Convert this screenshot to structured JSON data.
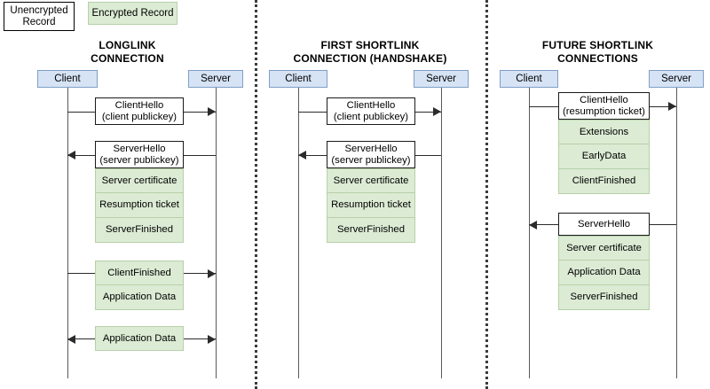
{
  "legend": {
    "unencrypted_label": "Unencrypted\nRecord",
    "encrypted_label": "Encrypted Record",
    "unencrypted_color": "#ffffff",
    "encrypted_color": "#dcebd4"
  },
  "colors": {
    "actor_fill": "#d6e3f5",
    "actor_border": "#7f9fc6",
    "encrypted_fill": "#dcebd4",
    "encrypted_border": "#b7d1a8",
    "plain_fill": "#ffffff",
    "plain_border": "#1a1a1a",
    "lifeline": "#5a5a5a",
    "arrow": "#2b2b2b",
    "separator": "#3b3b3b"
  },
  "diagrams": [
    {
      "id": "longlink",
      "title": "LONGLINK\nCONNECTION",
      "client_label": "Client",
      "server_label": "Server",
      "messages": [
        {
          "label": "ClientHello\n(client publickey)",
          "encrypted": false,
          "direction": "right"
        },
        {
          "label": "ServerHello\n(server publickey)",
          "encrypted": false,
          "direction": "left"
        },
        {
          "label": "Server certificate",
          "encrypted": true,
          "direction": "none"
        },
        {
          "label": "Resumption ticket",
          "encrypted": true,
          "direction": "none"
        },
        {
          "label": "ServerFinished",
          "encrypted": true,
          "direction": "none"
        },
        {
          "label": "ClientFinished",
          "encrypted": true,
          "direction": "right"
        },
        {
          "label": "Application Data",
          "encrypted": true,
          "direction": "none"
        },
        {
          "label": "Application Data",
          "encrypted": true,
          "direction": "both"
        }
      ]
    },
    {
      "id": "first-shortlink",
      "title": "FIRST SHORTLINK\nCONNECTION (HANDSHAKE)",
      "client_label": "Client",
      "server_label": "Server",
      "messages": [
        {
          "label": "ClientHello\n(client publickey)",
          "encrypted": false,
          "direction": "right"
        },
        {
          "label": "ServerHello\n(server publickey)",
          "encrypted": false,
          "direction": "left"
        },
        {
          "label": "Server certificate",
          "encrypted": true,
          "direction": "none"
        },
        {
          "label": "Resumption ticket",
          "encrypted": true,
          "direction": "none"
        },
        {
          "label": "ServerFinished",
          "encrypted": true,
          "direction": "none"
        }
      ]
    },
    {
      "id": "future-shortlink",
      "title": "FUTURE SHORTLINK\nCONNECTIONS",
      "client_label": "Client",
      "server_label": "Server",
      "messages": [
        {
          "label": "ClientHello\n(resumption ticket)",
          "encrypted": false,
          "direction": "right"
        },
        {
          "label": "Extensions",
          "encrypted": true,
          "direction": "none"
        },
        {
          "label": "EarlyData",
          "encrypted": true,
          "direction": "none"
        },
        {
          "label": "ClientFinished",
          "encrypted": true,
          "direction": "none"
        },
        {
          "label": "ServerHello",
          "encrypted": false,
          "direction": "left"
        },
        {
          "label": "Server certificate",
          "encrypted": true,
          "direction": "none"
        },
        {
          "label": "Application Data",
          "encrypted": true,
          "direction": "none"
        },
        {
          "label": "ServerFinished",
          "encrypted": true,
          "direction": "none"
        }
      ]
    }
  ]
}
